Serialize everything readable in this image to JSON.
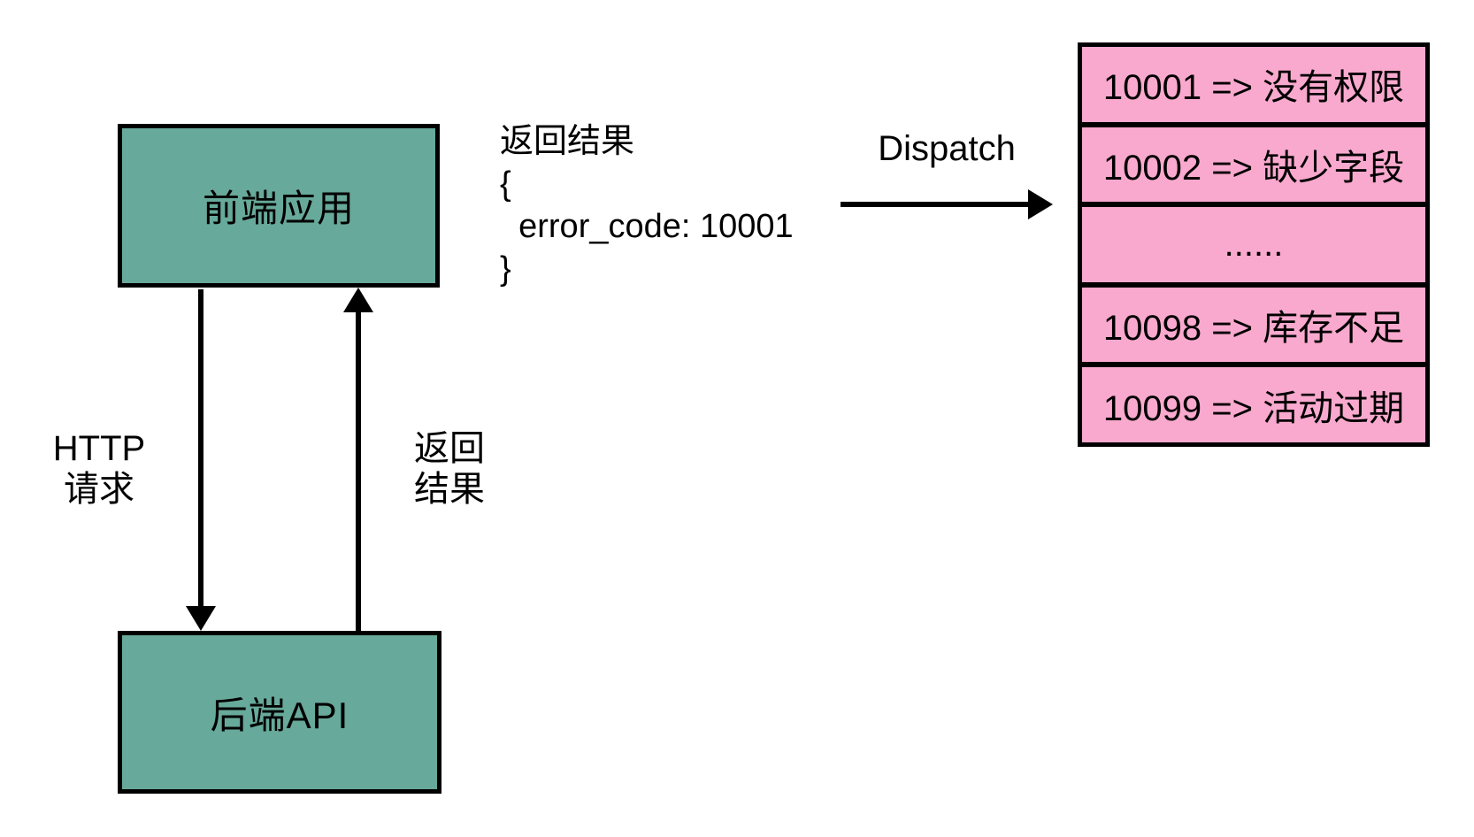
{
  "diagram": {
    "front_box_label": "前端应用",
    "back_box_label": "后端API",
    "request_arrow_label": "HTTP\n请求",
    "response_arrow_label": "返回\n结果",
    "result_block": "返回结果\n{\n  error_code: 10001\n}",
    "dispatch_label": "Dispatch",
    "error_table": {
      "rows": [
        {
          "text": "10001 => 没有权限"
        },
        {
          "text": "10002 => 缺少字段"
        },
        {
          "text": "......"
        },
        {
          "text": "10098 => 库存不足"
        },
        {
          "text": "10099 => 活动过期"
        }
      ]
    },
    "colors": {
      "node_fill": "#67a99a",
      "table_row_fill": "#f9a9ce",
      "stroke": "#000000",
      "background": "#ffffff"
    }
  }
}
